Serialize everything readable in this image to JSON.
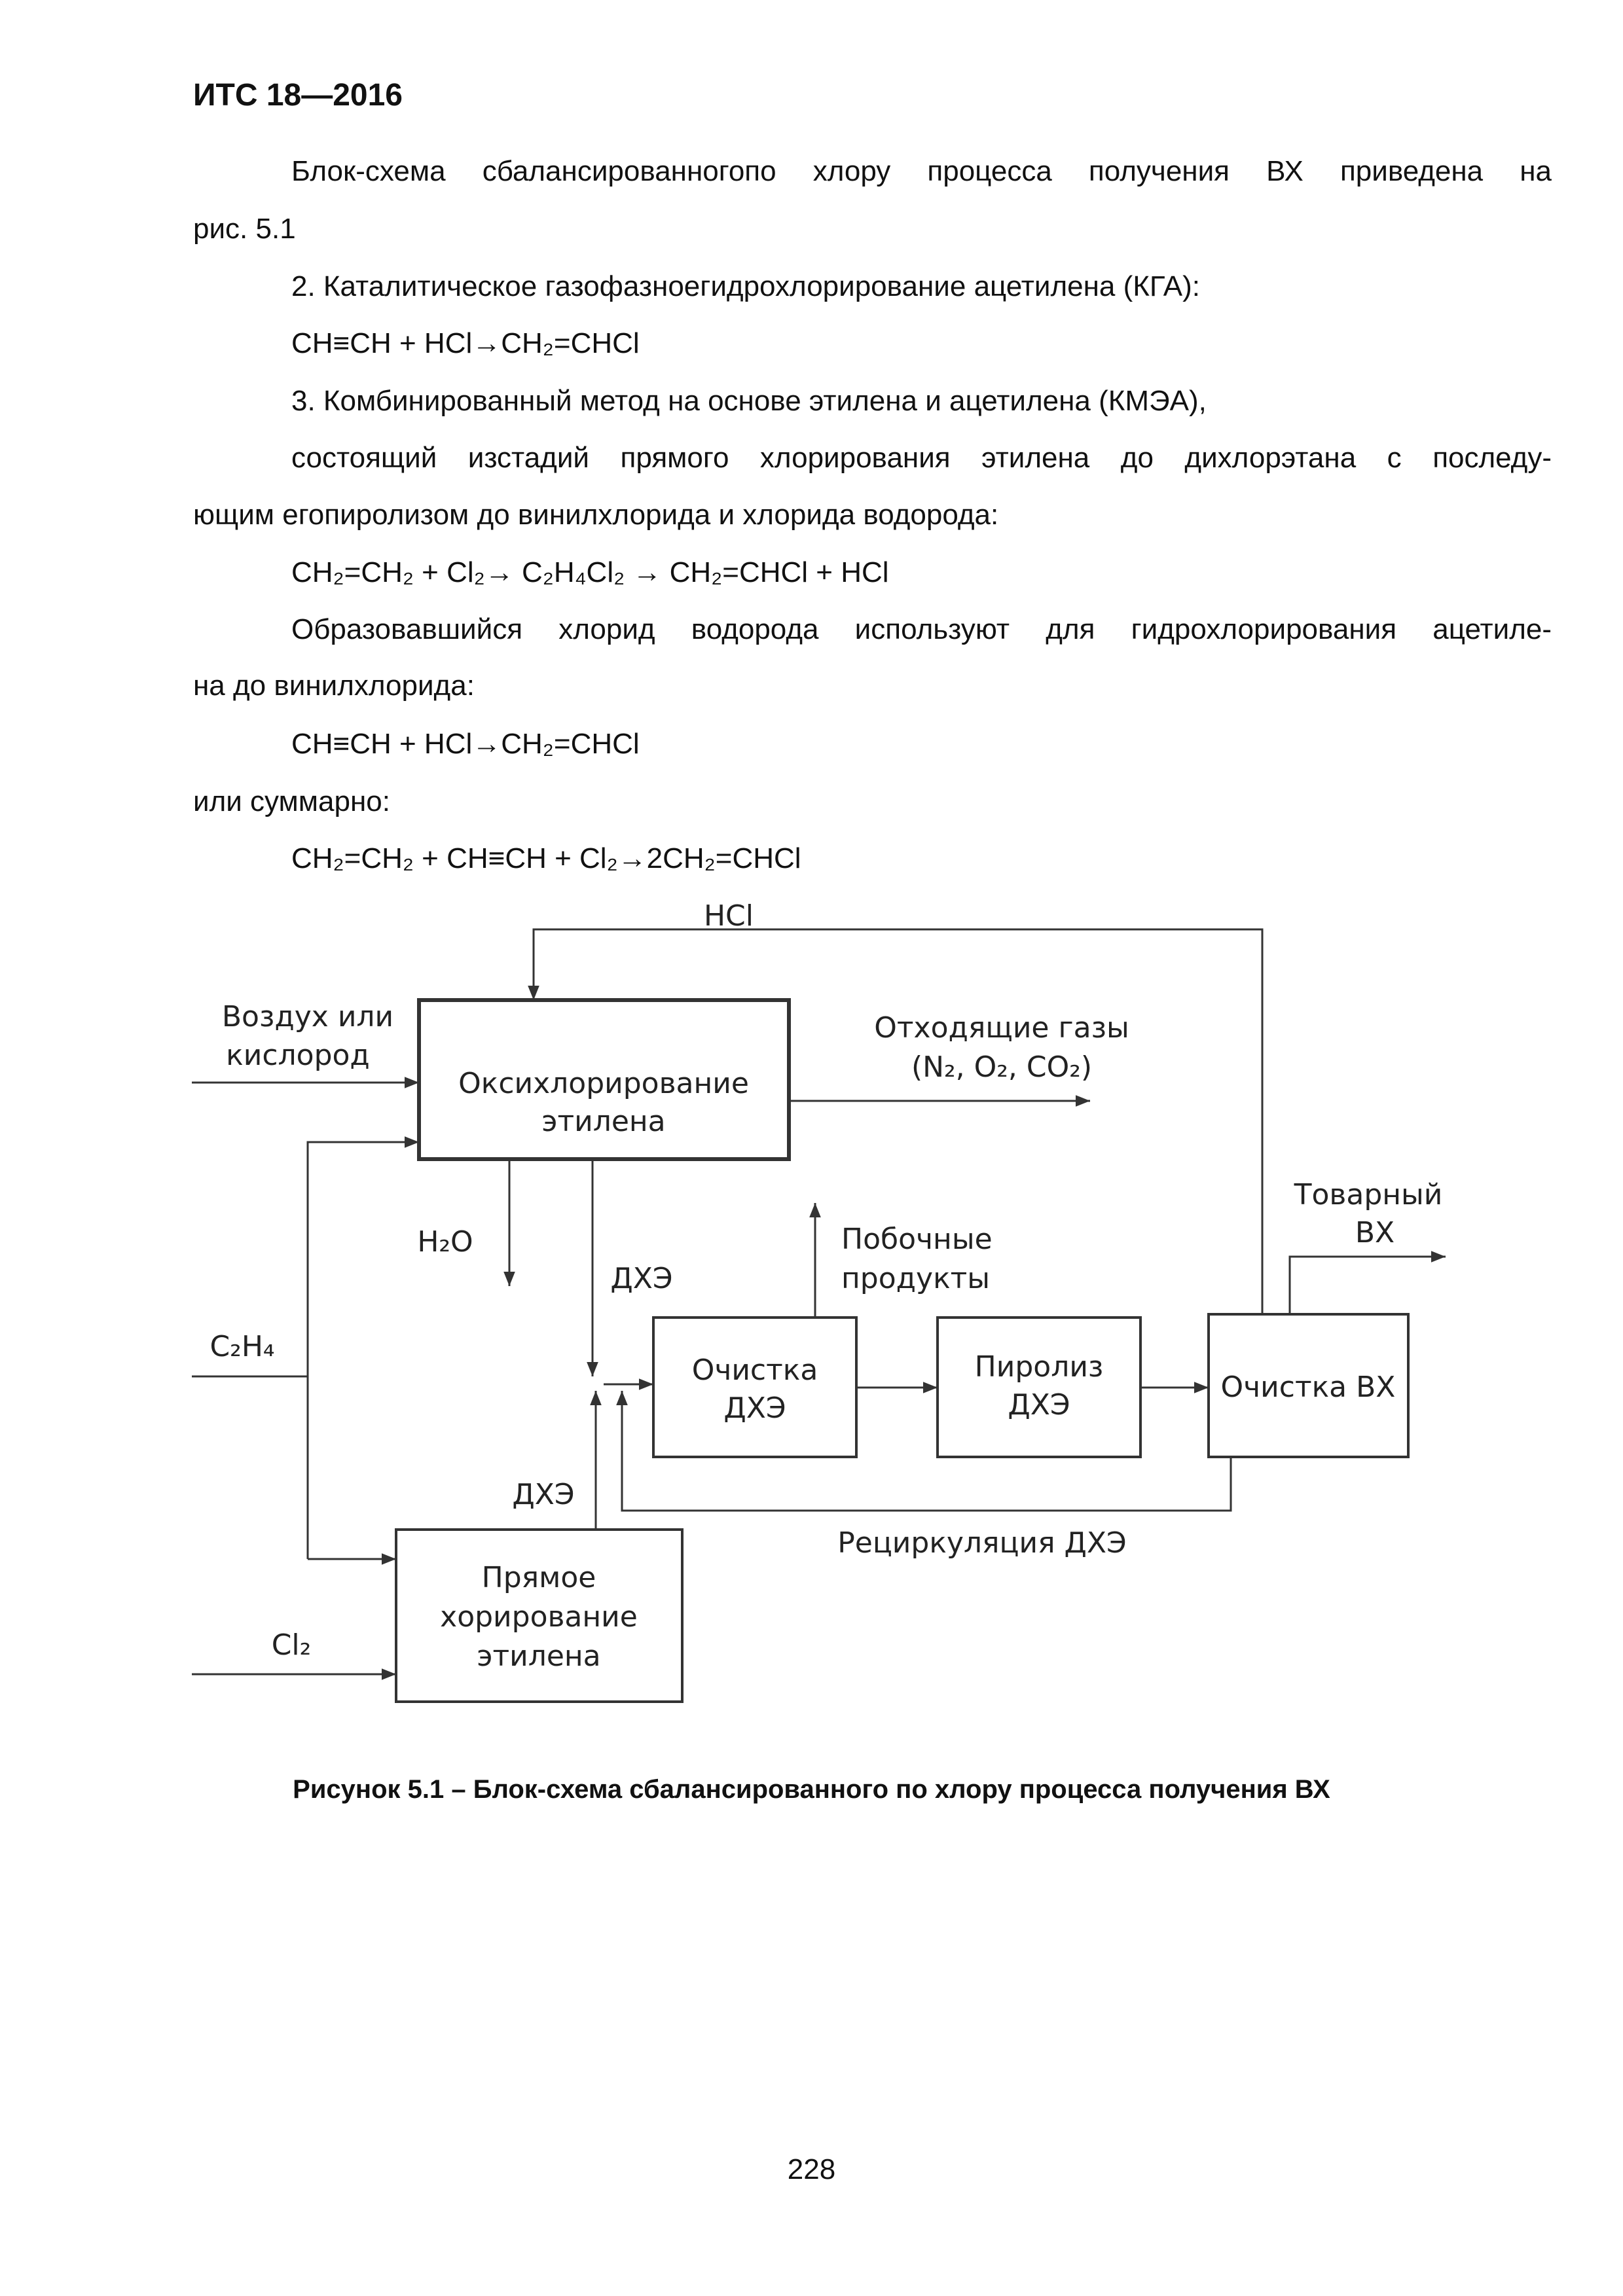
{
  "header": "ИТС 18—2016",
  "paragraphs": {
    "p1_line1": "Блок-схема сбалансированногопо хлору процесса получения ВХ приведена на",
    "p1_line2": "рис. 5.1",
    "p2": "2. Каталитическое газофазноегидрохлорирование ацетилена (КГА):",
    "eq1": "CH≡CH + HCl→CH₂=CHCl",
    "p3": "3. Комбинированный метод на основе этилена и ацетилена (КМЭА),",
    "p4_line1": "состоящий изстадий прямого хлорирования этилена до дихлорэтана с последу-",
    "p4_line2": "ющим егопиролизом до винилхлорида и хлорида водорода:",
    "eq2": "CH₂=CH₂ + Cl₂→ C₂H₄Cl₂ → CH₂=CHCl + HCl",
    "p5_line1": "Образовавшийся хлорид водорода используют для гидрохлорирования ацетиле-",
    "p5_line2": "на до винилхлорида:",
    "eq3": "CH≡CH + HCl→CH₂=CHCl",
    "p6": "или суммарно:",
    "eq4": "CH₂=CH₂ + CH≡CH + Cl₂→2CH₂=CHCl"
  },
  "diagram": {
    "hcl": "HCl",
    "air_line1": "Воздух или",
    "air_line2": "кислород",
    "oxy_line1": "Оксихлорирование",
    "oxy_line2": "этилена",
    "offgas_line1": "Отходящие газы",
    "offgas_line2": "(N₂, O₂, CO₂)",
    "product_line1": "Товарный",
    "product_line2": "ВХ",
    "h2o": "H₂O",
    "dhe_top": "ДХЭ",
    "byproducts_line1": "Побочные",
    "byproducts_line2": "продукты",
    "c2h4": "C₂H₄",
    "purif_dhe_line1": "Очистка",
    "purif_dhe_line2": "ДХЭ",
    "pyrolysis_line1": "Пиролиз",
    "pyrolysis_line2": "ДХЭ",
    "purif_vx": "Очистка ВХ",
    "dhe_bottom": "ДХЭ",
    "recycle": "Рециркуляция ДХЭ",
    "direct_line1": "Прямое",
    "direct_line2": "хорирование",
    "direct_line3": "этилена",
    "cl2": "Cl₂"
  },
  "caption": "Рисунок 5.1 – Блок-схема сбалансированного по хлору процесса получения ВХ",
  "page_number": "228"
}
